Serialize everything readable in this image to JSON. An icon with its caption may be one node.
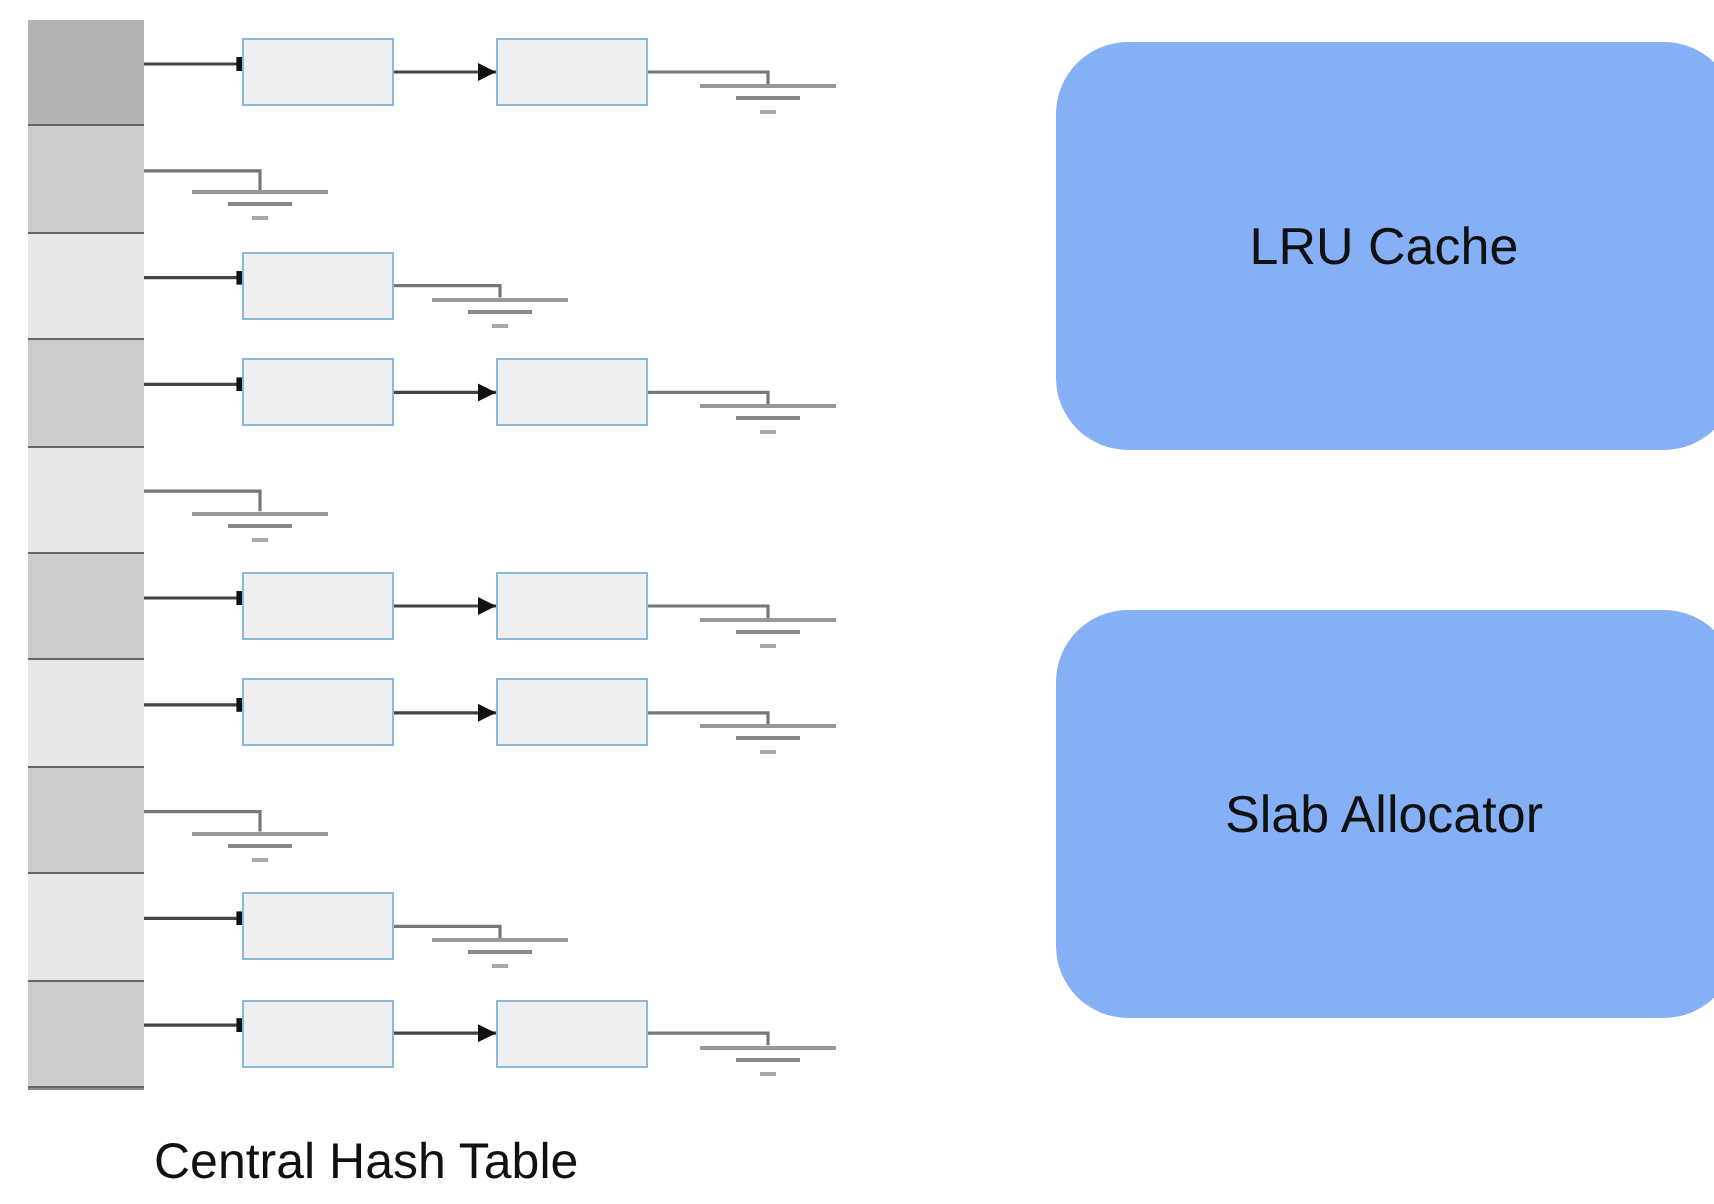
{
  "diagram": {
    "nodes": [
      {
        "text": [],
        "shape": "box",
        "beside": [
          "Central Hash Table"
        ]
      },
      {
        "text": [],
        "shape": "box",
        "in": 0
      },
      {
        "text": [],
        "shape": "box",
        "in": 0
      },
      {
        "text": [],
        "shape": "box",
        "in": 0
      },
      {
        "text": [],
        "shape": "box",
        "in": 0
      },
      {
        "text": [],
        "shape": "box",
        "in": 0
      },
      {
        "text": [],
        "shape": "box",
        "in": 0
      },
      {
        "text": [],
        "shape": "box",
        "in": 0
      },
      {
        "text": [],
        "shape": "box",
        "in": 0
      },
      {
        "text": [],
        "shape": "box",
        "in": 0
      },
      {
        "text": [],
        "shape": "box",
        "in": 0
      },
      {
        "text": [],
        "shape": "box"
      },
      {
        "text": [],
        "shape": "box"
      },
      {
        "text": [],
        "shape": "ground"
      },
      {
        "text": [],
        "shape": "ground"
      },
      {
        "text": [],
        "shape": "box"
      },
      {
        "text": [],
        "shape": "ground"
      },
      {
        "text": [],
        "shape": "box"
      },
      {
        "text": [],
        "shape": "box"
      },
      {
        "text": [],
        "shape": "ground"
      },
      {
        "text": [],
        "shape": "ground"
      },
      {
        "text": [],
        "shape": "box"
      },
      {
        "text": [],
        "shape": "box"
      },
      {
        "text": [],
        "shape": "ground"
      },
      {
        "text": [],
        "shape": "box"
      },
      {
        "text": [],
        "shape": "box"
      },
      {
        "text": [],
        "shape": "ground"
      },
      {
        "text": [],
        "shape": "ground"
      },
      {
        "text": [],
        "shape": "box"
      },
      {
        "text": [],
        "shape": "ground"
      },
      {
        "text": [],
        "shape": "box"
      },
      {
        "text": [],
        "shape": "box"
      },
      {
        "text": [],
        "shape": "ground"
      },
      {
        "text": [
          "LRU Cache"
        ]
      },
      {
        "text": [
          "Slab Allocator"
        ]
      }
    ],
    "edges": [
      {
        "from": 1,
        "to": 11,
        "arrow": "other"
      },
      {
        "from": 11,
        "to": 12,
        "arrow": "to"
      },
      {
        "from": 12,
        "to": 13,
        "arrow": "none"
      },
      {
        "from": 2,
        "to": 14,
        "arrow": "none"
      },
      {
        "from": 3,
        "to": 15,
        "arrow": "other"
      },
      {
        "from": 15,
        "to": 16,
        "arrow": "none"
      },
      {
        "from": 4,
        "to": 17,
        "arrow": "other"
      },
      {
        "from": 17,
        "to": 18,
        "arrow": "to"
      },
      {
        "from": 18,
        "to": 19,
        "arrow": "none"
      },
      {
        "from": 5,
        "to": 20,
        "arrow": "none"
      },
      {
        "from": 6,
        "to": 21,
        "arrow": "other"
      },
      {
        "from": 21,
        "to": 22,
        "arrow": "to"
      },
      {
        "from": 22,
        "to": 23,
        "arrow": "none"
      },
      {
        "from": 7,
        "to": 24,
        "arrow": "other"
      },
      {
        "from": 24,
        "to": 25,
        "arrow": "to"
      },
      {
        "from": 25,
        "to": 26,
        "arrow": "none"
      },
      {
        "from": 8,
        "to": 27,
        "arrow": "none"
      },
      {
        "from": 9,
        "to": 28,
        "arrow": "other"
      },
      {
        "from": 28,
        "to": 29,
        "arrow": "none"
      },
      {
        "from": 10,
        "to": 30,
        "arrow": "other"
      },
      {
        "from": 30,
        "to": 31,
        "arrow": "to"
      },
      {
        "from": 31,
        "to": 32,
        "arrow": "none"
      }
    ]
  }
}
